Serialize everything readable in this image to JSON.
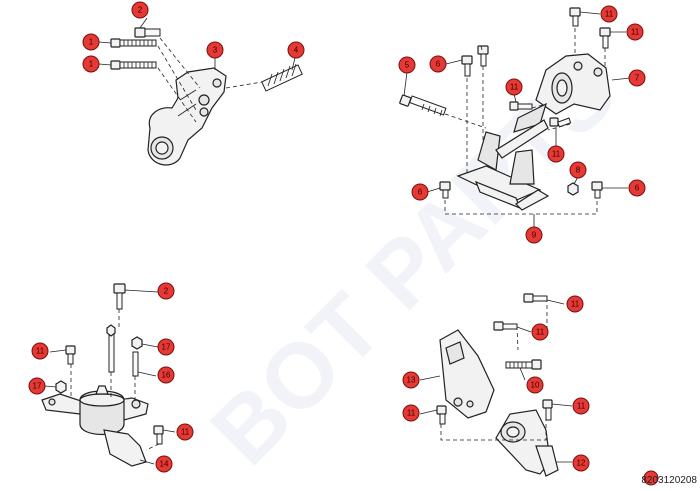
{
  "watermark": "BOT PARTS",
  "document_code": "8203120208",
  "colors": {
    "callout_fill": "#e53935",
    "line": "#222222"
  },
  "callouts": [
    "1",
    "2",
    "3",
    "4",
    "5",
    "6",
    "7",
    "8",
    "9",
    "10",
    "11",
    "12",
    "13",
    "14",
    "16",
    "17"
  ]
}
